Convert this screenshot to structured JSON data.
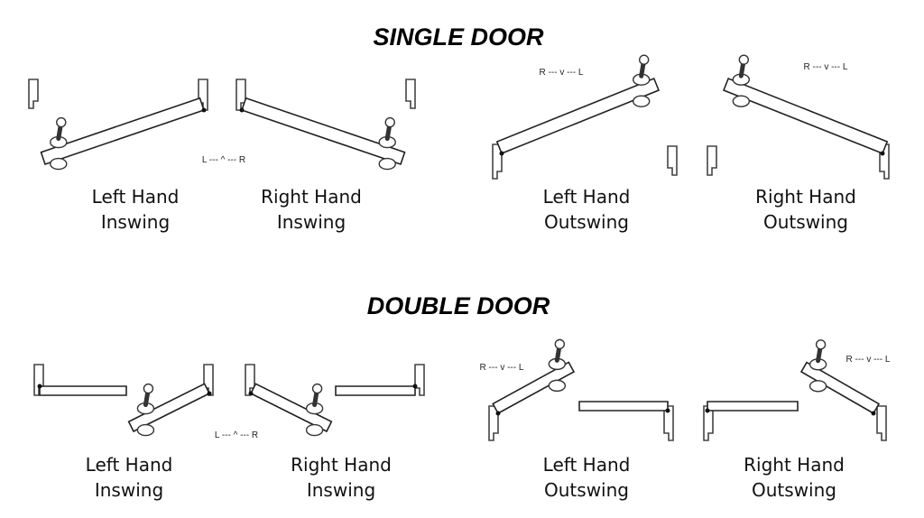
{
  "single": {
    "title": "SINGLE DOOR",
    "items": [
      {
        "line1": "Left Hand",
        "line2": "Inswing"
      },
      {
        "line1": "Right Hand",
        "line2": "Inswing"
      },
      {
        "line1": "Left Hand",
        "line2": "Outswing"
      },
      {
        "line1": "Right Hand",
        "line2": "Outswing"
      }
    ],
    "markers": [
      "L --- ^ --- R",
      "R --- v --- L",
      "R --- v --- L"
    ]
  },
  "double": {
    "title": "DOUBLE DOOR",
    "items": [
      {
        "line1": "Left Hand",
        "line2": "Inswing"
      },
      {
        "line1": "Right Hand",
        "line2": "Inswing"
      },
      {
        "line1": "Left Hand",
        "line2": "Outswing"
      },
      {
        "line1": "Right Hand",
        "line2": "Outswing"
      }
    ],
    "markers": [
      "L --- ^ --- R",
      "R --- v --- L",
      "R --- v --- L"
    ]
  }
}
